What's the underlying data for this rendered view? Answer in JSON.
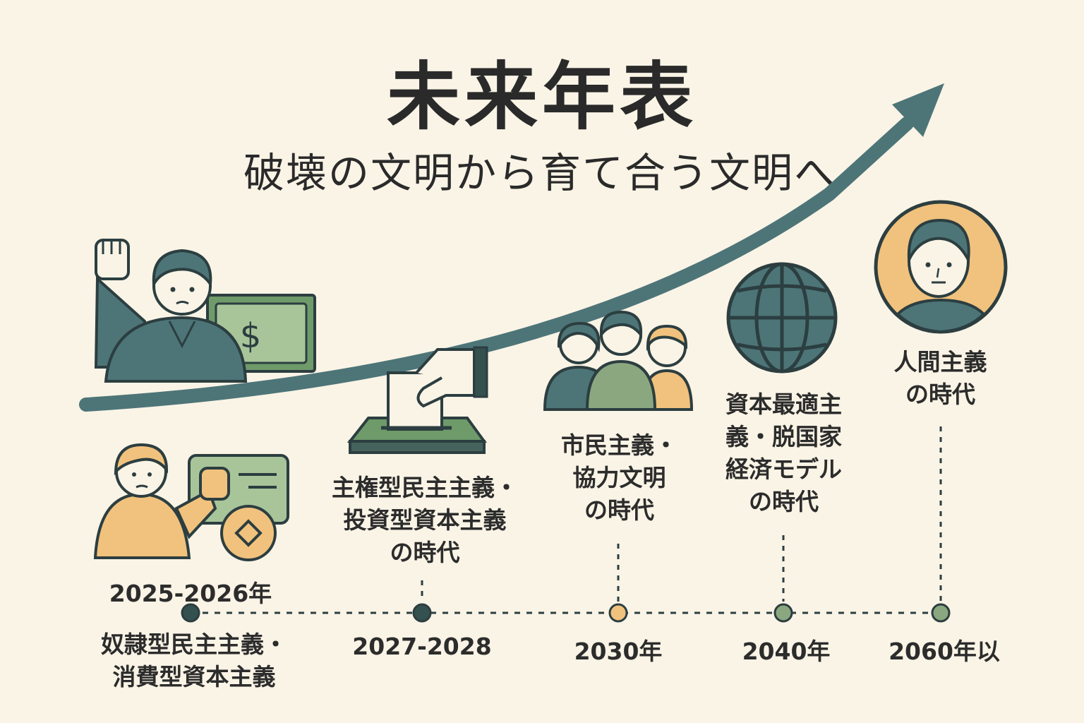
{
  "header": {
    "title": "未来年表",
    "subtitle": "破壊の文明から育て合う文明へ"
  },
  "colors": {
    "background": "#faf4e6",
    "teal": "#4d7578",
    "dark_green": "#45635c",
    "sage": "#8ba77f",
    "light_green": "#a8c59a",
    "orange": "#f1c27d",
    "outline": "#2c3e40"
  },
  "timeline": {
    "points": [
      {
        "year": "2025-2026年",
        "era_lines": [
          "奴隷型民主主義・",
          "消費型資本主義"
        ],
        "dot_color": "#34504f"
      },
      {
        "year": "2027-2028",
        "era_lines": [
          "主権型民主主義・",
          "投資型資本主義",
          "の時代"
        ],
        "dot_color": "#34504f"
      },
      {
        "year": "2030年",
        "era_lines": [
          "市民主義・",
          "協力文明",
          "の時代"
        ],
        "dot_color": "#f1c27d"
      },
      {
        "year": "2040年",
        "era_lines": [
          "資本最適主",
          "義・脱国家",
          "経済モデル",
          "の時代"
        ],
        "dot_color": "#8ba77f"
      },
      {
        "year": "2060年以",
        "era_lines": [
          "人間主義",
          "の時代"
        ],
        "dot_color": "#8ba77f"
      }
    ]
  },
  "icons": {
    "protester": "raised-fist-person-icon",
    "money": "dollar-bill-icon",
    "consumer": "person-with-card-icon",
    "vote": "ballot-box-icon",
    "people": "group-of-people-icon",
    "globe": "globe-icon",
    "human": "person-portrait-icon",
    "trend": "upward-arrow-icon"
  },
  "dollar_symbol": "$"
}
